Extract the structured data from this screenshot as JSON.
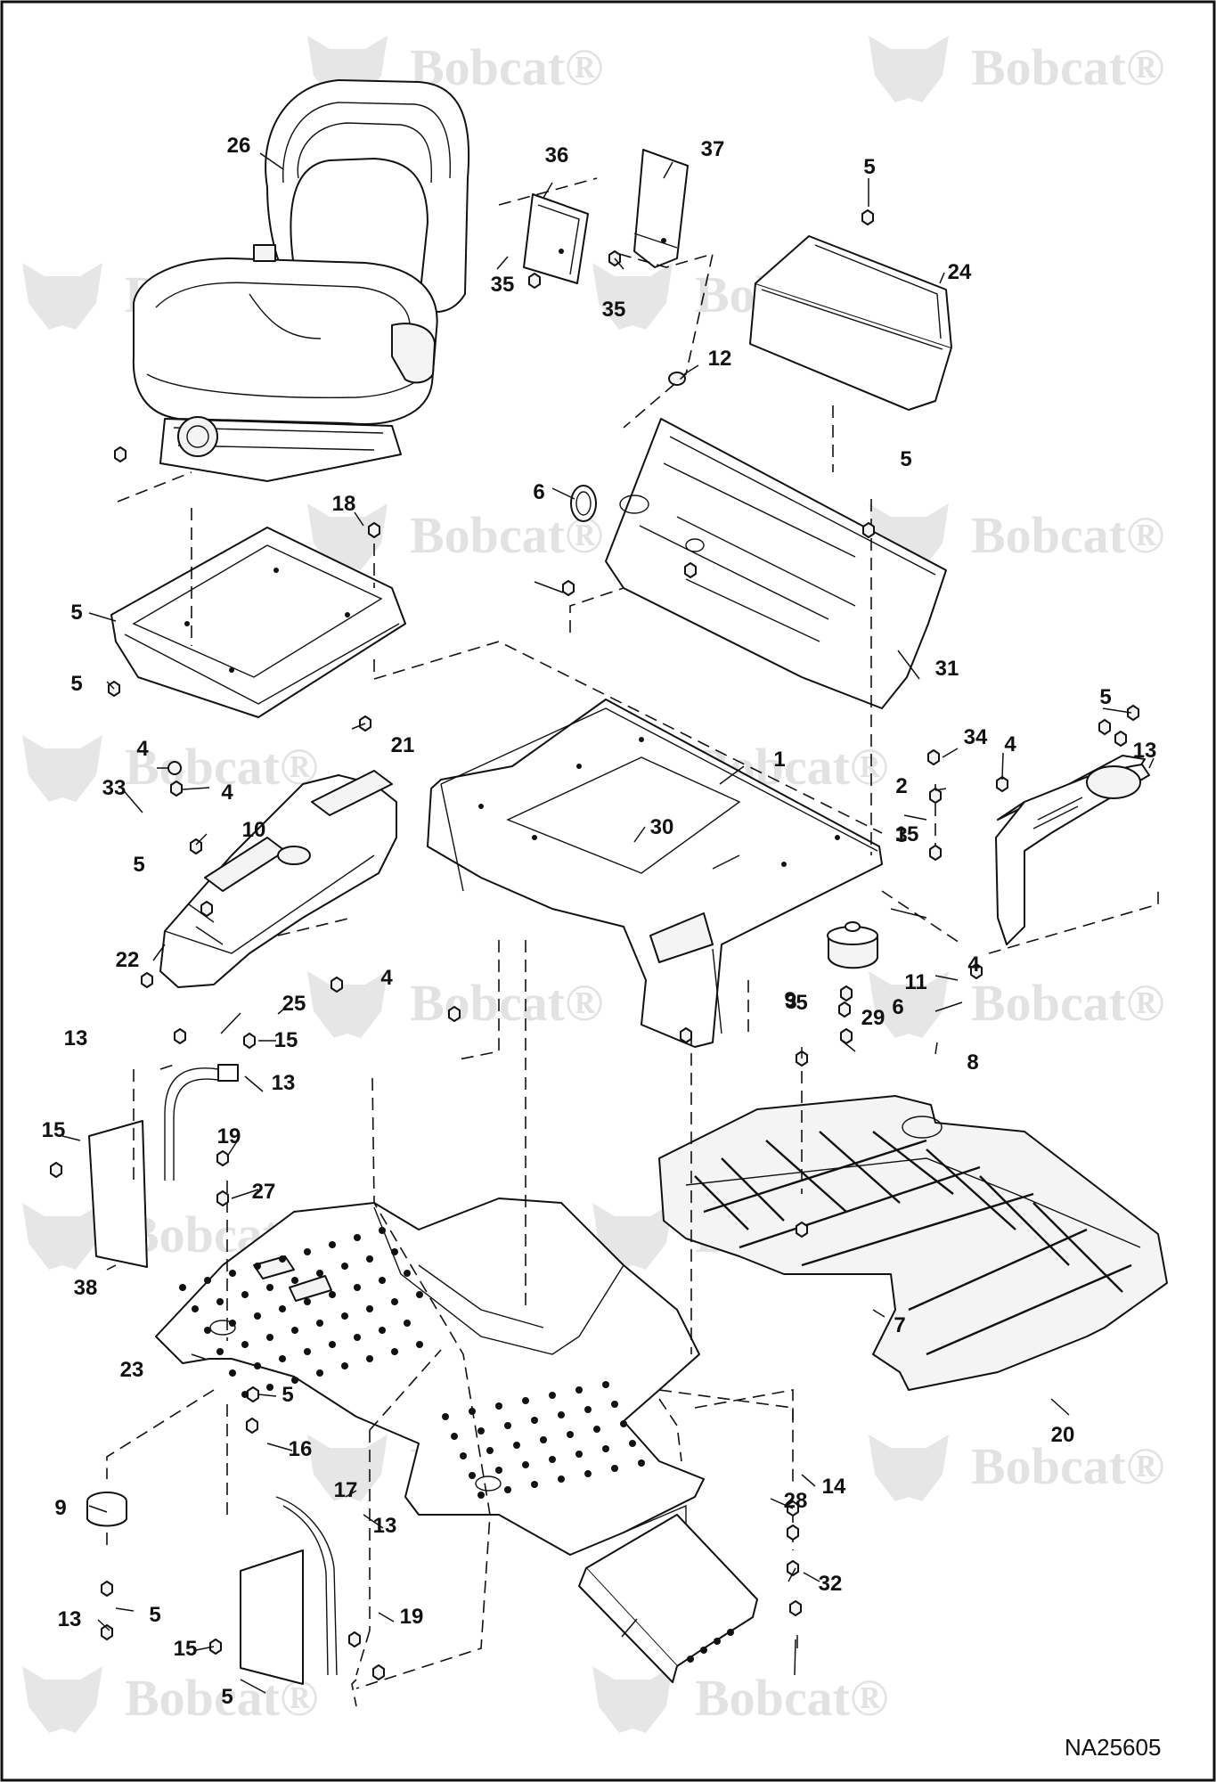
{
  "watermark": {
    "text": "Bobcat",
    "registered": "®"
  },
  "drawing_code": "NA25605",
  "callouts": [
    "26",
    "36",
    "37",
    "35",
    "35",
    "5",
    "24",
    "12",
    "5",
    "6",
    "18",
    "5",
    "5",
    "31",
    "5",
    "34",
    "4",
    "13",
    "4",
    "21",
    "33",
    "4",
    "1",
    "2",
    "30",
    "15",
    "10",
    "5",
    "3",
    "22",
    "4",
    "4",
    "25",
    "11",
    "5",
    "6",
    "3",
    "15",
    "13",
    "8",
    "29",
    "9",
    "13",
    "15",
    "19",
    "27",
    "38",
    "23",
    "7",
    "20",
    "5",
    "16",
    "17",
    "14",
    "9",
    "28",
    "15",
    "13",
    "5",
    "13",
    "19",
    "32",
    "5"
  ]
}
